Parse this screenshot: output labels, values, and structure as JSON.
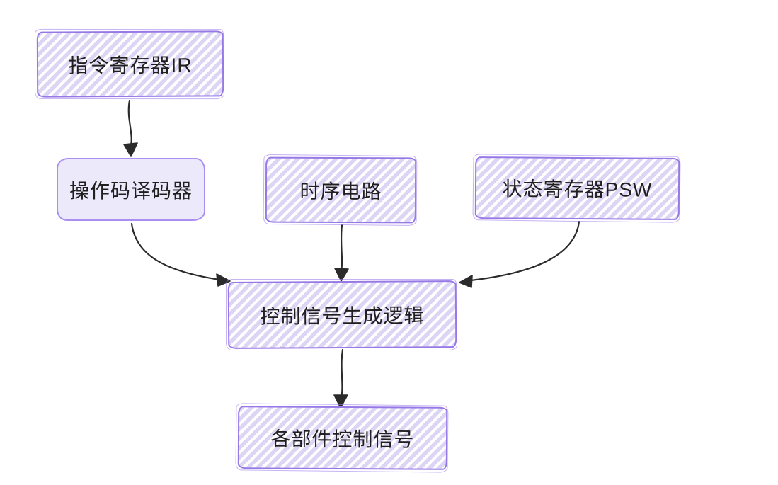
{
  "diagram": {
    "type": "flowchart",
    "style": "hand-drawn-sketch",
    "background_color": "#ffffff",
    "colors": {
      "box_border": "#9678e6",
      "box_border_light": "#a98ff2",
      "hatch_fill": "#dcd5f4",
      "solid_fill": "#ece9fb",
      "arrow_ink": "#2b2b2b",
      "text": "#1f1f1f"
    },
    "nodes": [
      {
        "id": "ir",
        "label": "指令寄存器IR",
        "shape": "rectangle-hatched"
      },
      {
        "id": "decoder",
        "label": "操作码译码器",
        "shape": "rounded-solid"
      },
      {
        "id": "timing",
        "label": "时序电路",
        "shape": "rectangle-hatched"
      },
      {
        "id": "psw",
        "label": "状态寄存器PSW",
        "shape": "rectangle-hatched"
      },
      {
        "id": "control",
        "label": "控制信号生成逻辑",
        "shape": "rectangle-hatched"
      },
      {
        "id": "signals",
        "label": "各部件控制信号",
        "shape": "rectangle-hatched"
      }
    ],
    "edges": [
      {
        "from": "指令寄存器IR",
        "to": "操作码译码器"
      },
      {
        "from": "操作码译码器",
        "to": "控制信号生成逻辑"
      },
      {
        "from": "时序电路",
        "to": "控制信号生成逻辑"
      },
      {
        "from": "状态寄存器PSW",
        "to": "控制信号生成逻辑"
      },
      {
        "from": "控制信号生成逻辑",
        "to": "各部件控制信号"
      }
    ]
  }
}
